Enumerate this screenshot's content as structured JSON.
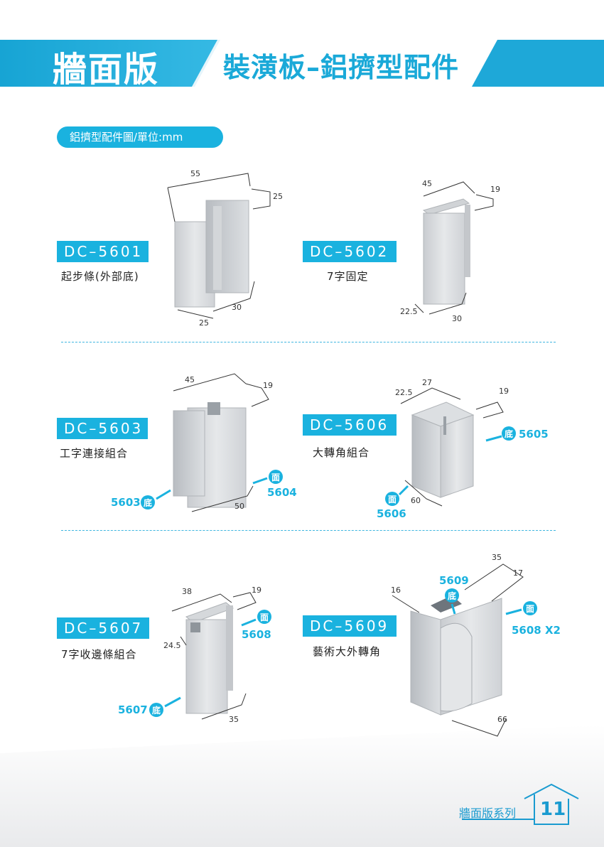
{
  "header": {
    "title_left": "牆面版",
    "title_right": "裝潢板–鋁擠型配件"
  },
  "section_label": "鋁擠型配件圖/單位:mm",
  "products": [
    {
      "model": "DC–5601",
      "desc": "起步條(外部底)",
      "dims": [
        "55",
        "25",
        "30",
        "25"
      ]
    },
    {
      "model": "DC–5602",
      "desc": "7字固定",
      "dims": [
        "45",
        "19",
        "22.5",
        "30"
      ]
    },
    {
      "model": "DC–5603",
      "desc": "工字連接組合",
      "dims": [
        "45",
        "19",
        "50"
      ],
      "callouts": [
        {
          "badge": "底",
          "code": "5603"
        },
        {
          "badge": "面",
          "code": "5604"
        }
      ]
    },
    {
      "model": "DC–5606",
      "desc": "大轉角組合",
      "dims": [
        "27",
        "22.5",
        "19",
        "60"
      ],
      "callouts": [
        {
          "badge": "底",
          "code": "5605"
        },
        {
          "badge": "面",
          "code": "5606"
        }
      ]
    },
    {
      "model": "DC–5607",
      "desc": "7字收邊條組合",
      "dims": [
        "38",
        "19",
        "24.5",
        "35"
      ],
      "callouts": [
        {
          "badge": "面",
          "code": "5608"
        },
        {
          "badge": "底",
          "code": "5607"
        }
      ]
    },
    {
      "model": "DC–5609",
      "desc": "藝術大外轉角",
      "dims": [
        "35",
        "17",
        "16",
        "66"
      ],
      "callouts": [
        {
          "badge": "底",
          "code": "5609"
        },
        {
          "badge": "面",
          "code": "5608 X2"
        }
      ]
    }
  ],
  "footer": {
    "label": "牆面版系列",
    "page": "11"
  },
  "colors": {
    "accent": "#1ab2df",
    "banner_dark": "#1aa9d8",
    "banner_light": "#bfe6f5"
  }
}
